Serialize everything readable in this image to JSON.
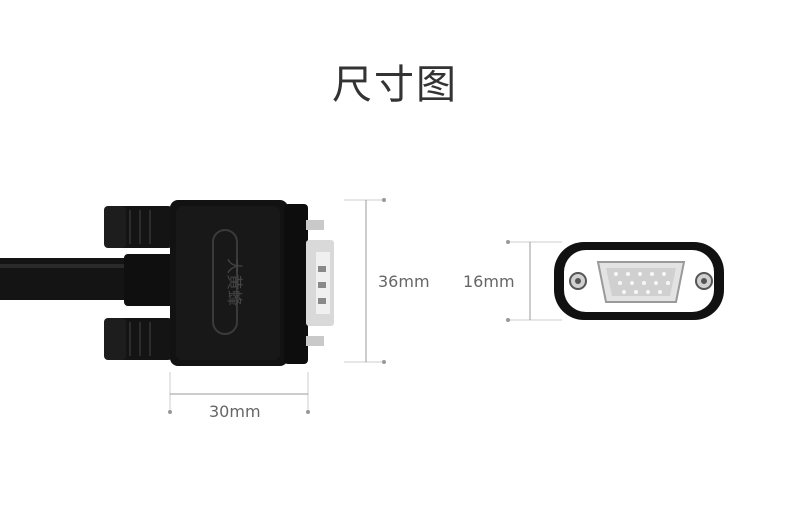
{
  "title": "尺寸图",
  "brand_mark": "大黄蜂",
  "dimensions": {
    "height_label": "36mm",
    "width_label": "30mm",
    "face_height_label": "16mm"
  },
  "colors": {
    "connector_body": "#111111",
    "dimension_line": "#999999",
    "text": "#666666",
    "metal": "#d8d8d8"
  }
}
